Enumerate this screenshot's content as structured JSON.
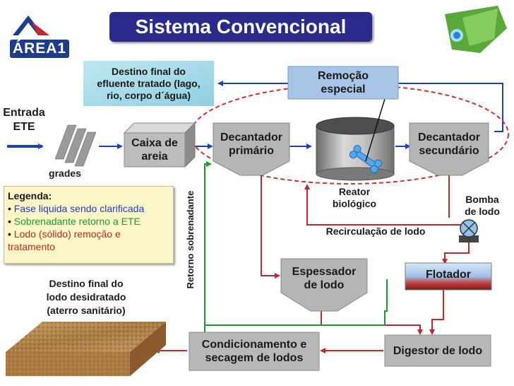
{
  "title": "Sistema Convencional",
  "logo_text": "ÁREA1",
  "entry_label": "Entrada\nETE",
  "grades_label": "grades",
  "caixa_areia": "Caixa de\nareia",
  "destino_efluente": "Destino final do\nefluente tratado (lago,\nrio, corpo d´água)",
  "remocao_especial": "Remoção\nespecial",
  "decantador_primario": "Decantador\nprimário",
  "decantador_secundario": "Decantador\nsecundário",
  "reator_biologico": "Reator\nbiológico",
  "bomba_lodo": "Bomba\nde lodo",
  "recirculacao_lodo": "Recirculação de lodo",
  "retorno_sobrenadante": "Retorno sobrenadante",
  "espessador": "Espessador\nde lodo",
  "flotador": "Flotador",
  "digestor": "Digestor de lodo",
  "condicionamento": "Condicionamento e\nsecagem de lodos",
  "destino_lodo": "Destino final do\nlodo desidratado\n(aterro sanitário)",
  "legend": {
    "title": "Legenda:",
    "items": [
      {
        "bullet": "•",
        "text": "Fase liquida sendo clarificada",
        "color": "#1f3fbf"
      },
      {
        "bullet": "•",
        "text": "Sobrenadante retorno a ETE",
        "color": "#1a9a2a"
      },
      {
        "bullet": "•",
        "text": "Lodo (sólido) remoção e tratamento",
        "color": "#c0282c"
      }
    ]
  },
  "colors": {
    "liquid": "#1f3fbf",
    "supernatant": "#1a9a2a",
    "sludge": "#c0282c",
    "title_bg": "#2a2a8c",
    "box_gray": "#b8b8b8",
    "remocao_bg": "#a8c4e6"
  }
}
